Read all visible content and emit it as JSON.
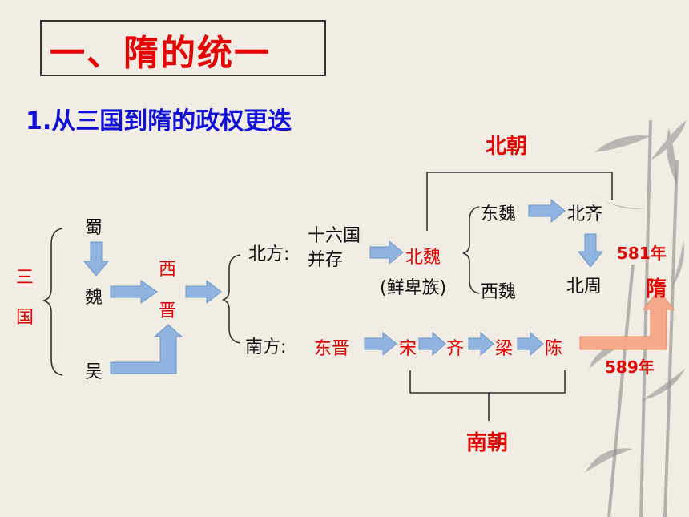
{
  "title": "一、隋的统一",
  "subtitle": "1.从三国到隋的政权更迭",
  "sanguo": {
    "label_1": "三",
    "label_2": "国",
    "shu": "蜀",
    "wei": "魏",
    "wu": "吴"
  },
  "xijin": {
    "label_1": "西",
    "label_2": "晋"
  },
  "north": {
    "label": "北方:",
    "sixteen_1": "十六国",
    "sixteen_2": "并存",
    "beiwei": "北魏",
    "xianbei": "(鲜卑族)",
    "dongwei": "东魏",
    "xiwei": "西魏",
    "beiqi": "北齐",
    "beizhou": "北周",
    "dynasties": "北朝"
  },
  "south": {
    "label": "南方:",
    "dongjin": "东晋",
    "song": "宋",
    "qi": "齐",
    "liang": "梁",
    "chen": "陈",
    "dynasties": "南朝"
  },
  "sui": {
    "name": "隋",
    "year_581": "581年",
    "year_589": "589年"
  },
  "colors": {
    "red": "#e00000",
    "blue": "#1010d8",
    "arrow": "#8fb4e0",
    "orange_arrow": "#f4a98b"
  }
}
